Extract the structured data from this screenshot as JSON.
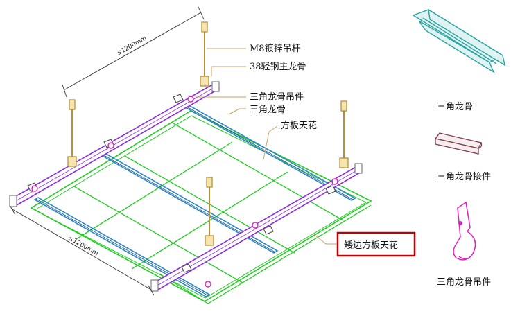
{
  "labels": {
    "rod": "M8镀锌吊杆",
    "main_keel": "38轻钢主龙骨",
    "tri_hanger": "三角龙骨吊件",
    "tri_keel": "三角龙骨",
    "square_panel": "方板天花",
    "edge_panel": "矮边方板天花"
  },
  "dimensions": {
    "top": "≤1200mm",
    "bottom": "≤1200mm"
  },
  "legend": [
    {
      "label": "三角龙骨",
      "icon": "triangle-keel-icon"
    },
    {
      "label": "三角龙骨接件",
      "icon": "keel-connector-icon"
    },
    {
      "label": "三角龙骨吊件",
      "icon": "keel-hanger-icon"
    }
  ],
  "colors": {
    "main_keel": "#8a2be2",
    "tri_keel": "#2a86c8",
    "panel_grid": "#22cc22",
    "rod": "#d9b56a",
    "highlight_box": "#c00000"
  }
}
